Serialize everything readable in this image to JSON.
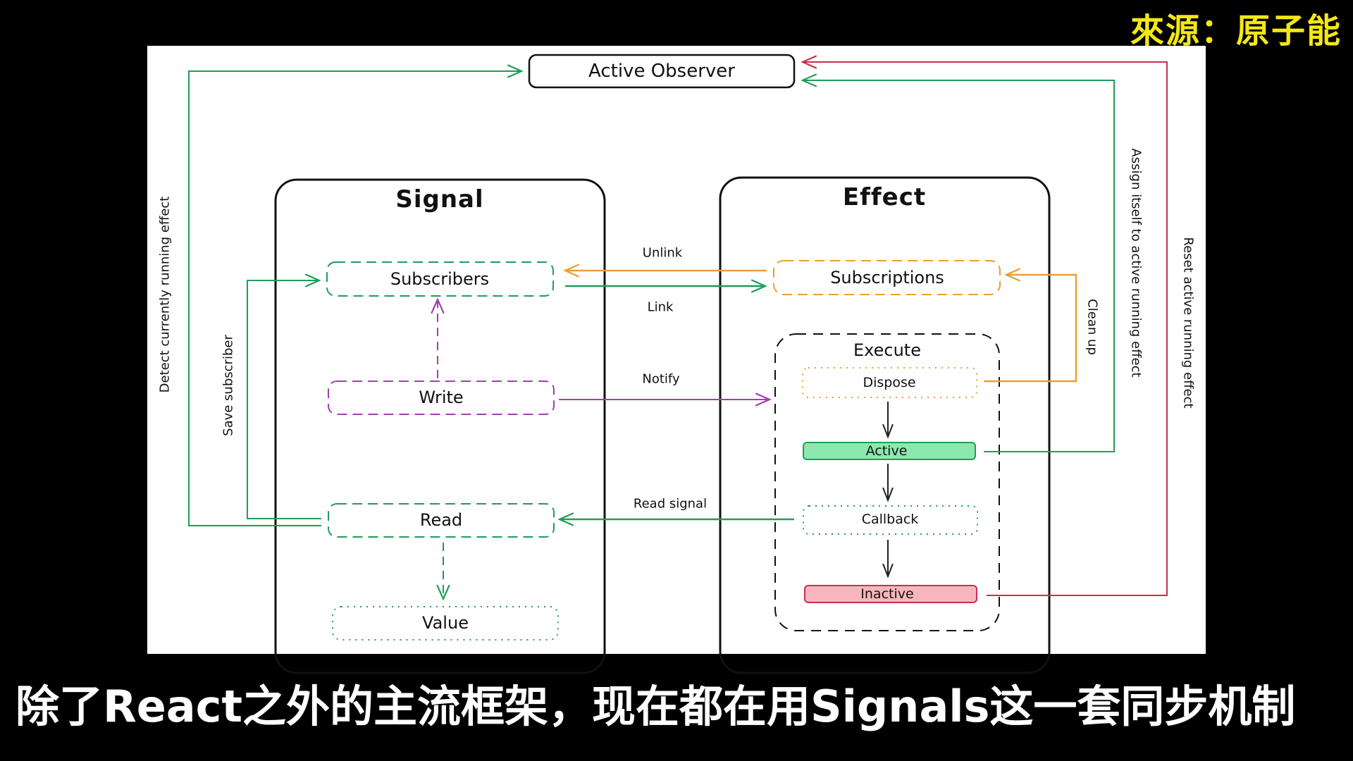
{
  "source_label": "來源：原子能",
  "subtitle": "除了React之外的主流框架，现在都在用Signals这一套同步机制",
  "colors": {
    "green": "#1e9e57",
    "orange": "#e8a030",
    "purple": "#a23fb0",
    "red": "#c8304f",
    "active_fill": "#8ce9ad",
    "inactive_fill": "#f7b6bd"
  },
  "diagram": {
    "active_observer": "Active Observer",
    "signal": {
      "title": "Signal",
      "subscribers": "Subscribers",
      "write": "Write",
      "read": "Read",
      "value": "Value"
    },
    "effect": {
      "title": "Effect",
      "subscriptions": "Subscriptions",
      "execute": {
        "title": "Execute",
        "dispose": "Dispose",
        "active": "Active",
        "callback": "Callback",
        "inactive": "Inactive"
      }
    },
    "edges": {
      "unlink": "Unlink",
      "link": "Link",
      "notify": "Notify",
      "read_signal": "Read signal",
      "detect": "Detect currently running effect",
      "save_subscriber": "Save subscriber",
      "clean_up": "Clean up",
      "assign": "Assign itself to active running effect",
      "reset": "Reset active running effect"
    }
  }
}
